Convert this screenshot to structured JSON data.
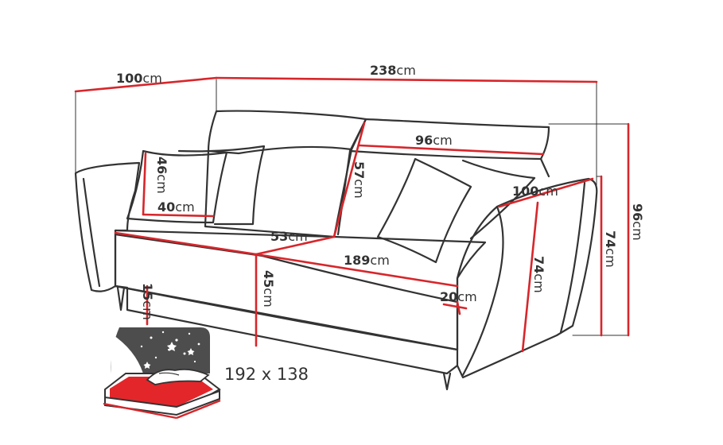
{
  "dimensions": {
    "depth_top": {
      "value": "100",
      "unit": "cm"
    },
    "width_total": {
      "value": "238",
      "unit": "cm"
    },
    "backrest_cushion": {
      "value": "96",
      "unit": "cm"
    },
    "height_total": {
      "value": "96",
      "unit": "cm"
    },
    "armrest_depth": {
      "value": "100",
      "unit": "cm"
    },
    "armrest_height_outer": {
      "value": "74",
      "unit": "cm"
    },
    "armrest_height_inner": {
      "value": "74",
      "unit": "cm"
    },
    "pillow_height": {
      "value": "46",
      "unit": "cm"
    },
    "pillow_width": {
      "value": "40",
      "unit": "cm"
    },
    "back_height": {
      "value": "57",
      "unit": "cm"
    },
    "seat_depth": {
      "value": "53",
      "unit": "cm"
    },
    "seat_width": {
      "value": "189",
      "unit": "cm"
    },
    "seat_height": {
      "value": "45",
      "unit": "cm"
    },
    "leg_height": {
      "value": "15",
      "unit": "cm"
    },
    "armrest_width": {
      "value": "20",
      "unit": "cm"
    }
  },
  "sleeping_area": "192 x 138",
  "colors": {
    "dimension_line": "#d7262b",
    "outline": "#333333",
    "bed_fill": "#e3262a",
    "night_panel": "#4d4d4d"
  },
  "icons": [
    "night-sky-icon",
    "bed-icon"
  ]
}
